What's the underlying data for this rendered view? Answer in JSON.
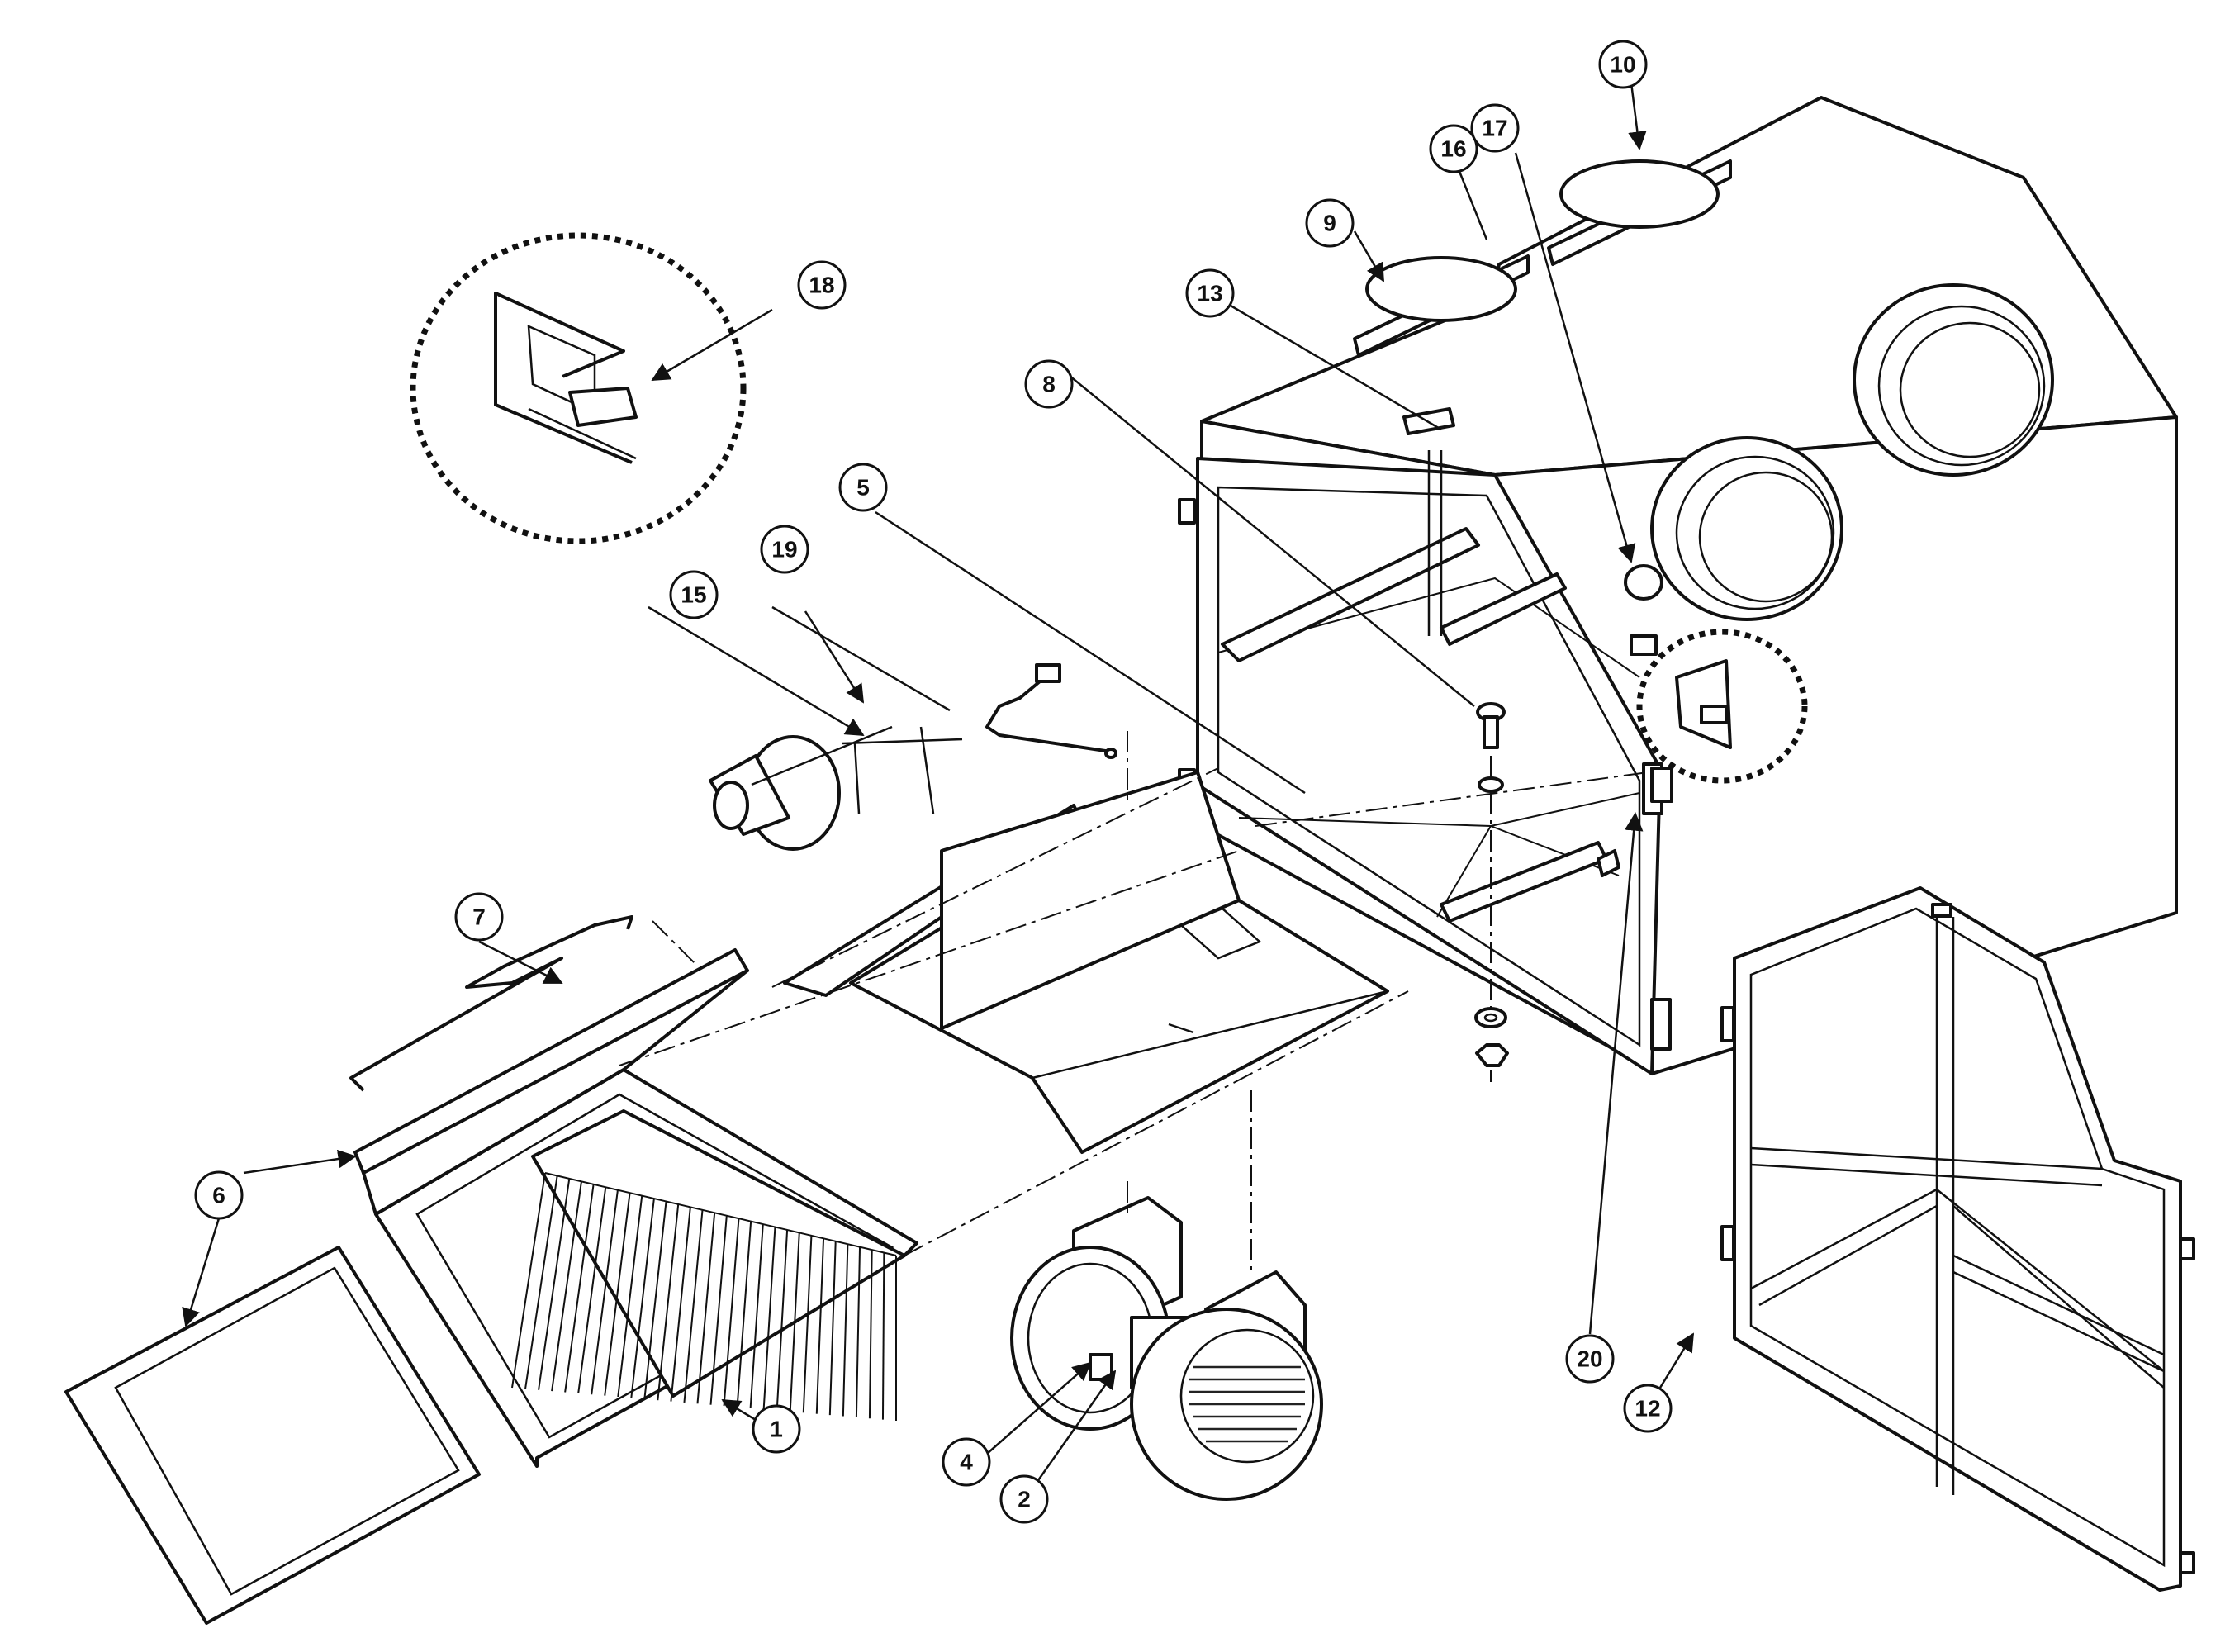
{
  "callouts": [
    {
      "id": "1",
      "label": "1"
    },
    {
      "id": "2",
      "label": "2"
    },
    {
      "id": "4",
      "label": "4"
    },
    {
      "id": "5",
      "label": "5"
    },
    {
      "id": "6",
      "label": "6"
    },
    {
      "id": "7",
      "label": "7"
    },
    {
      "id": "8",
      "label": "8"
    },
    {
      "id": "9",
      "label": "9"
    },
    {
      "id": "10",
      "label": "10"
    },
    {
      "id": "12",
      "label": "12"
    },
    {
      "id": "13",
      "label": "13"
    },
    {
      "id": "15",
      "label": "15"
    },
    {
      "id": "16",
      "label": "16"
    },
    {
      "id": "17",
      "label": "17"
    },
    {
      "id": "18",
      "label": "18"
    },
    {
      "id": "19",
      "label": "19"
    },
    {
      "id": "20",
      "label": "20"
    }
  ]
}
